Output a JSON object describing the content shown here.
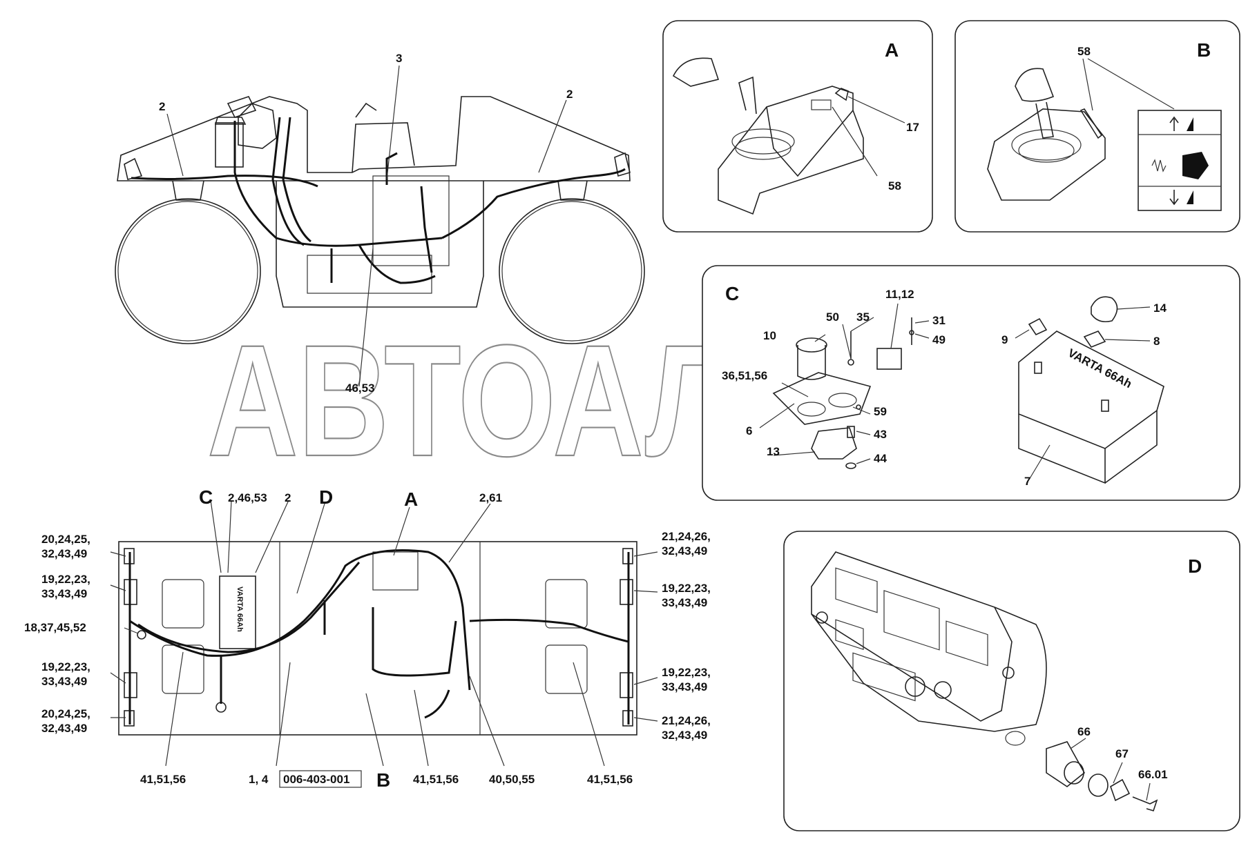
{
  "watermark": "АВТОАЛЬЯНС",
  "part_code": "006-403-001",
  "detail_letters": {
    "A": "A",
    "B": "B",
    "C": "C",
    "D": "D"
  },
  "side_view_labels": {
    "left_harness": "2",
    "right_harness": "2",
    "center": "3",
    "bottom": "46,53"
  },
  "panel_a_labels": {
    "l17": "17",
    "l58": "58"
  },
  "panel_b_labels": {
    "l58": "58"
  },
  "panel_c_labels": {
    "l11_12": "11,12",
    "l50": "50",
    "l35": "35",
    "l31": "31",
    "l49": "49",
    "l10": "10",
    "l36_51_56": "36,51,56",
    "l59": "59",
    "l6": "6",
    "l43": "43",
    "l13": "13",
    "l44": "44",
    "l14": "14",
    "l9": "9",
    "l8": "8",
    "l7": "7",
    "battery_text": "VARTA  66Ah"
  },
  "panel_d_labels": {
    "l66": "66",
    "l67": "67",
    "l66_01": "66.01"
  },
  "top_view_labels": {
    "c": "C",
    "d": "D",
    "a": "A",
    "b": "B",
    "l2_46_53": "2,46,53",
    "l2": "2",
    "l2_61": "2,61",
    "left_1a": "20,24,25,",
    "left_1b": "32,43,49",
    "left_2a": "19,22,23,",
    "left_2b": "33,43,49",
    "left_3": "18,37,45,52",
    "left_4a": "19,22,23,",
    "left_4b": "33,43,49",
    "left_5a": "20,24,25,",
    "left_5b": "32,43,49",
    "right_1a": "21,24,26,",
    "right_1b": "32,43,49",
    "right_2a": "19,22,23,",
    "right_2b": "33,43,49",
    "right_3a": "19,22,23,",
    "right_3b": "33,43,49",
    "right_4a": "21,24,26,",
    "right_4b": "32,43,49",
    "bottom_1": "41,51,56",
    "bottom_2": "1, 4",
    "bottom_3": "41,51,56",
    "bottom_4": "40,50,55",
    "bottom_5": "41,51,56",
    "battery_text": "VARTA 66Ah"
  }
}
